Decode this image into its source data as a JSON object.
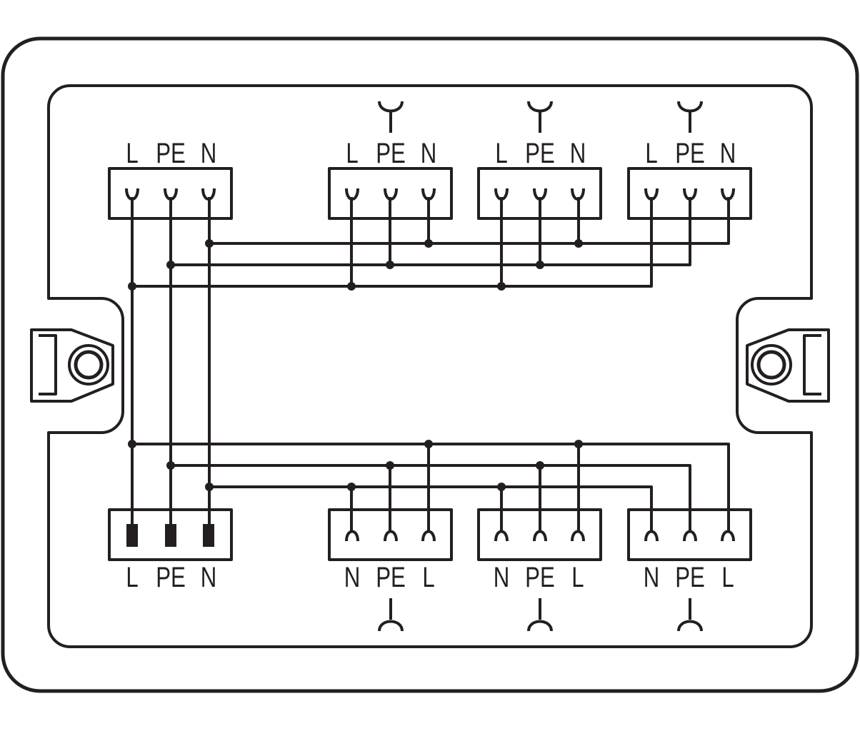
{
  "colors": {
    "ink": "#231f20",
    "background": "#ffffff"
  },
  "top_connectors": [
    {
      "id": "input-top",
      "labels": [
        "L",
        "PE",
        "N"
      ],
      "socket_icon": false
    },
    {
      "id": "out-top-1",
      "labels": [
        "L",
        "PE",
        "N"
      ],
      "socket_icon": true
    },
    {
      "id": "out-top-2",
      "labels": [
        "L",
        "PE",
        "N"
      ],
      "socket_icon": true
    },
    {
      "id": "out-top-3",
      "labels": [
        "L",
        "PE",
        "N"
      ],
      "socket_icon": true
    }
  ],
  "bottom_connectors": [
    {
      "id": "input-bottom",
      "labels": [
        "L",
        "PE",
        "N"
      ],
      "pin_style": "solid"
    },
    {
      "id": "out-bottom-1",
      "labels": [
        "N",
        "PE",
        "L"
      ],
      "pin_style": "socket"
    },
    {
      "id": "out-bottom-2",
      "labels": [
        "N",
        "PE",
        "L"
      ],
      "pin_style": "socket"
    },
    {
      "id": "out-bottom-3",
      "labels": [
        "N",
        "PE",
        "L"
      ],
      "pin_style": "socket"
    }
  ],
  "icons": {
    "top_symbol": "socket-y-icon",
    "bottom_symbol": "plug-lambda-icon",
    "mount": "mounting-tab-icon"
  }
}
